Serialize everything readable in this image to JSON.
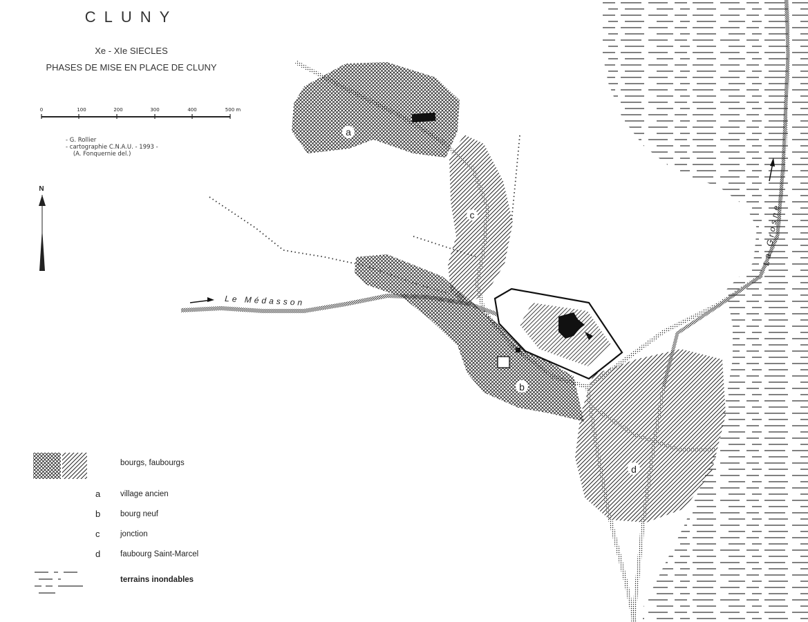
{
  "title": "CLUNY",
  "subtitle_line1": "Xe - XIe SIECLES",
  "subtitle_line2": "PHASES DE MISE EN PLACE DE CLUNY",
  "scale": {
    "ticks": [
      "0",
      "100",
      "200",
      "300",
      "400",
      "500 m"
    ]
  },
  "credits": {
    "line1": "- G. Rollier",
    "line2": "- cartographie C.N.A.U. - 1993 -",
    "line3": "(A. Fonquernie del.)"
  },
  "north_label": "N",
  "rivers": {
    "medasson": "Le Médasson",
    "grosne": "La Grosne"
  },
  "zone_labels": {
    "a": "a",
    "b": "b",
    "c": "c",
    "d": "d"
  },
  "legend": {
    "bourgs": "bourgs, faubourgs",
    "items": [
      {
        "key": "a",
        "label": "village ancien"
      },
      {
        "key": "b",
        "label": "bourg neuf"
      },
      {
        "key": "c",
        "label": "jonction"
      },
      {
        "key": "d",
        "label": "faubourg Saint-Marcel"
      }
    ],
    "terrains": "terrains inondables"
  },
  "colors": {
    "ink": "#222222",
    "background": "#ffffff"
  }
}
